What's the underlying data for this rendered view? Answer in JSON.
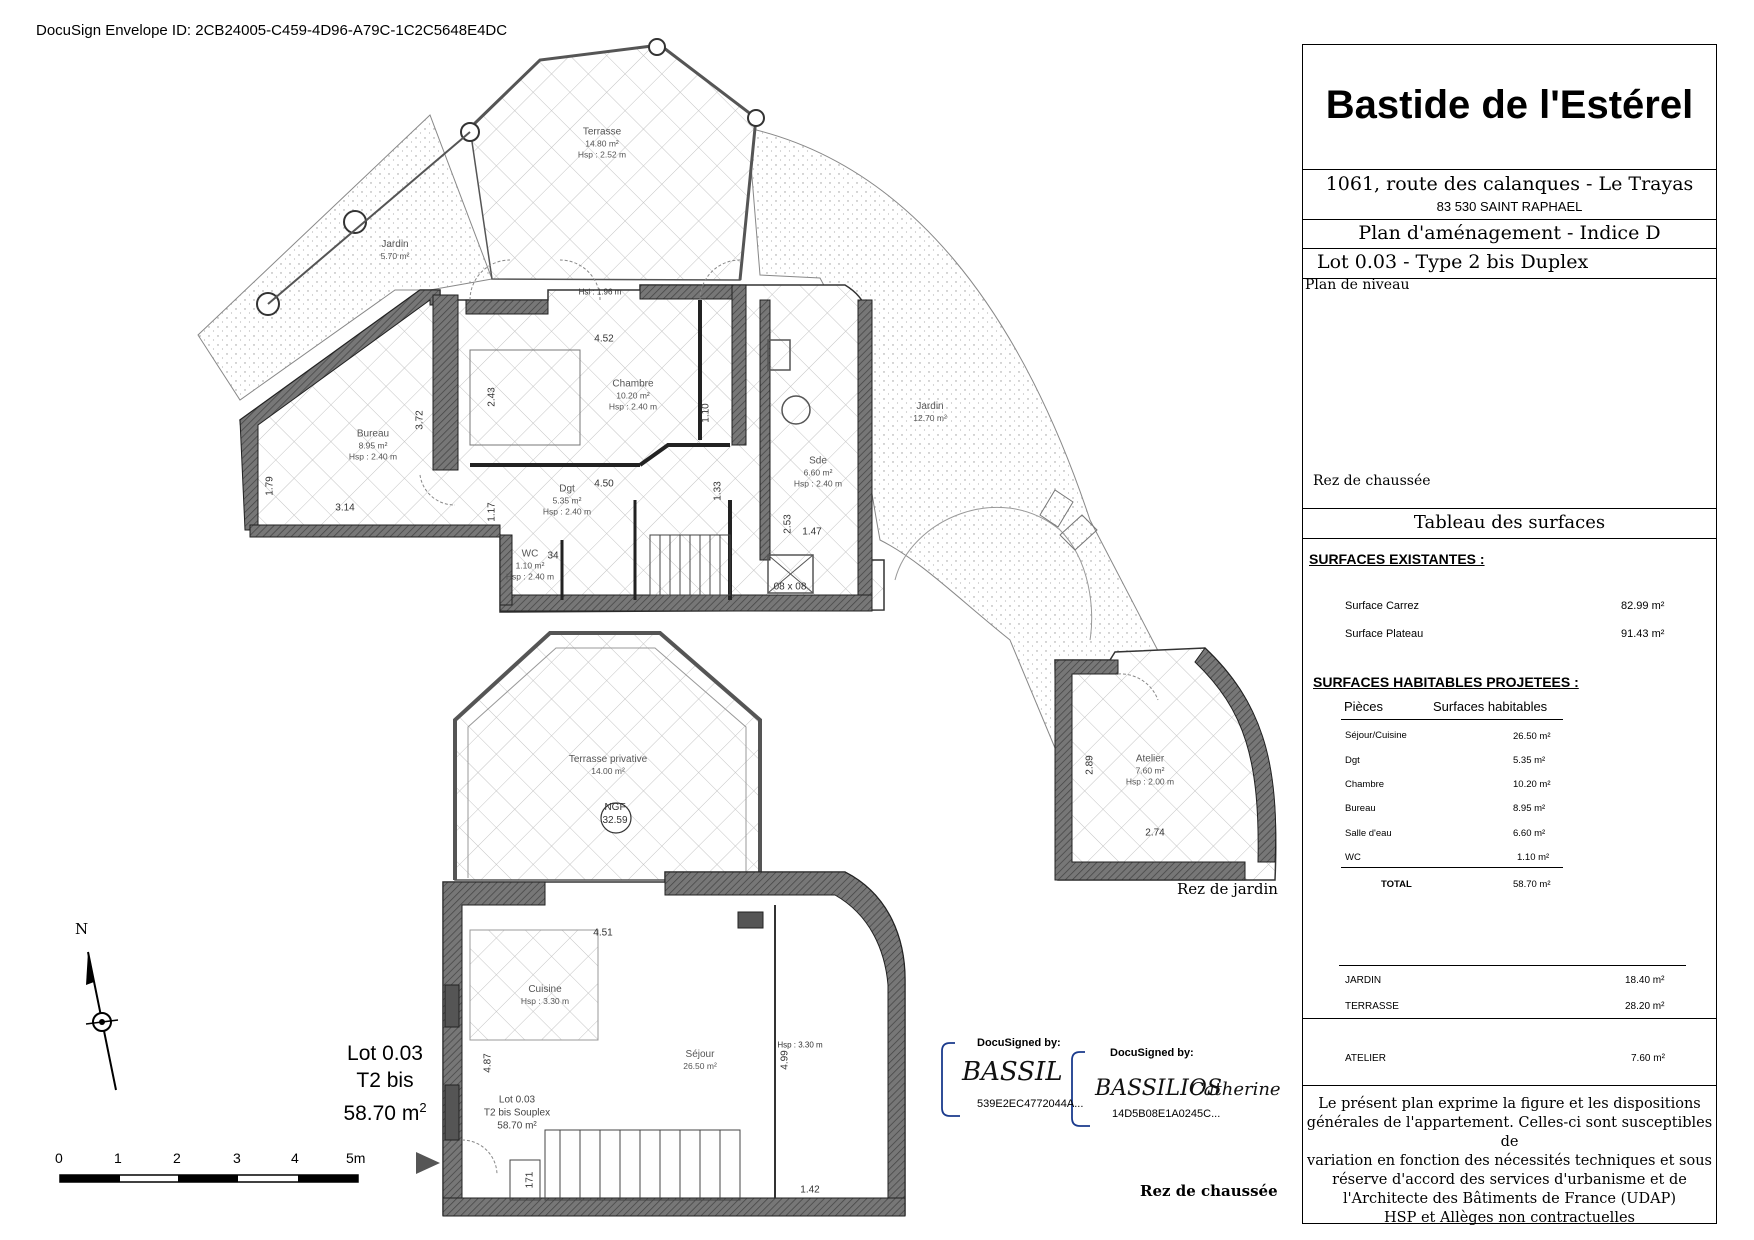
{
  "envelope": "DocuSign Envelope ID: 2CB24005-C459-4D96-A79C-1C2C5648E4DC",
  "title_block": {
    "project": "Bastide de l'Estérel",
    "address_line1": "1061, route des calanques - Le Trayas",
    "address_line2": "83 530 SAINT RAPHAEL",
    "plan_title": "Plan d'aménagement - Indice D",
    "lot_title": "Lot  0.03 - Type 2 bis Duplex",
    "plan_de_niveau": "Plan de niveau",
    "rez_de_chaussee": "Rez de chaussée",
    "tableau": "Tableau des surfaces",
    "existing_heading": "SURFACES EXISTANTES :",
    "existing": [
      {
        "label": "Surface Carrez",
        "value": "82.99 m²"
      },
      {
        "label": "Surface Plateau",
        "value": "91.43 m²"
      }
    ],
    "projected_heading": "SURFACES HABITABLES PROJETEES :",
    "col_pieces": "Pièces",
    "col_surfaces": "Surfaces habitables",
    "rooms": [
      {
        "name": "Séjour/Cuisine",
        "value": "26.50 m²"
      },
      {
        "name": "Dgt",
        "value": "5.35 m²"
      },
      {
        "name": "Chambre",
        "value": "10.20 m²"
      },
      {
        "name": "Bureau",
        "value": "8.95 m²"
      },
      {
        "name": "Salle d'eau",
        "value": "6.60 m²"
      },
      {
        "name": "WC",
        "value": "1.10 m²"
      }
    ],
    "total_label": "TOTAL",
    "total_value": "58.70 m²",
    "exterior": [
      {
        "name": "JARDIN",
        "value": "18.40 m²"
      },
      {
        "name": "TERRASSE",
        "value": "28.20 m²"
      },
      {
        "name": "ATELIER",
        "value": "7.60 m²"
      }
    ],
    "disclaimer": [
      "Le présent plan exprime la figure et les dispositions",
      "générales de l'appartement. Celles-ci sont susceptibles de",
      "variation en fonction des nécessités techniques et sous",
      "réserve d'accord des services d'urbanisme et de",
      "l'Architecte des Bâtiments de France (UDAP)",
      "HSP et Allèges non contractuelles"
    ]
  },
  "upper_plan": {
    "terrasse": {
      "name": "Terrasse",
      "area": "14.80 m²",
      "hsp": "Hsp : 2.52 m"
    },
    "jardin_left": {
      "name": "Jardin",
      "area": "5.70 m²"
    },
    "jardin_right": {
      "name": "Jardin",
      "area": "12.70 m²"
    },
    "chambre": {
      "name": "Chambre",
      "area": "10.20 m²",
      "hsp": "Hsp : 2.40 m"
    },
    "bureau": {
      "name": "Bureau",
      "area": "8.95 m²",
      "hsp": "Hsp : 2.40 m"
    },
    "dgt": {
      "name": "Dgt",
      "area": "5.35 m²",
      "hsp": "Hsp : 2.40 m"
    },
    "wc": {
      "name": "WC",
      "area": "1.10 m²",
      "hsp": "Hsp : 2.40 m"
    },
    "sde": {
      "name": "Sde",
      "area": "6.60 m²",
      "hsp": "Hsp : 2.40 m"
    },
    "hsl": "Hsl : 1.96 m",
    "dims": {
      "d452": "4.52",
      "d450": "4.50",
      "d314": "3.14",
      "d147": "1.47",
      "d372": "3.72",
      "d243": "2.43",
      "d179": "1.79",
      "d110": "1.10",
      "d117": "1.17",
      "d253": "2.53",
      "d133": "1.33",
      "d34": "34",
      "d08": "08 x 08"
    }
  },
  "lower_plan": {
    "terrasse_privative": {
      "name": "Terrasse privative",
      "area": "14.00 m²"
    },
    "ngf": "NGF",
    "ngf_value": "32.59",
    "atelier": {
      "name": "Atelier",
      "area": "7.60 m²",
      "hsp": "Hsp : 2.00 m"
    },
    "cuisine": {
      "name": "Cuisine",
      "hsp": "Hsp : 3.30 m"
    },
    "sejour": {
      "name": "Séjour",
      "area": "26.50 m²"
    },
    "lot_label": [
      "Lot 0.03",
      "T2 bis Souplex",
      "58.70 m²"
    ],
    "hsp_sejour": "Hsp : 3.30 m",
    "dims": {
      "d451": "4.51",
      "d289": "2.89",
      "d274": "2.74",
      "d487": "4.87",
      "d499": "4.99",
      "d142": "1.42",
      "d171": "171"
    },
    "rez_de_jardin": "Rez de jardin",
    "rez_de_chaussee": "Rez de chaussée"
  },
  "lot_summary": {
    "line1": "Lot  0.03",
    "line2": "T2 bis",
    "line3": "58.70 m",
    "sup": "2"
  },
  "compass": {
    "north": "N"
  },
  "scale": {
    "labels": [
      "0",
      "1",
      "2",
      "3",
      "4",
      "5m"
    ]
  },
  "signatures": [
    {
      "label": "DocuSigned by:",
      "id": "539E2EC4772044A..."
    },
    {
      "label": "DocuSigned by:",
      "id": "14D5B08E1A0245C..."
    }
  ],
  "colors": {
    "highlight": "#e00000",
    "wall": "#555555",
    "hatch": "#bbbbbb"
  }
}
